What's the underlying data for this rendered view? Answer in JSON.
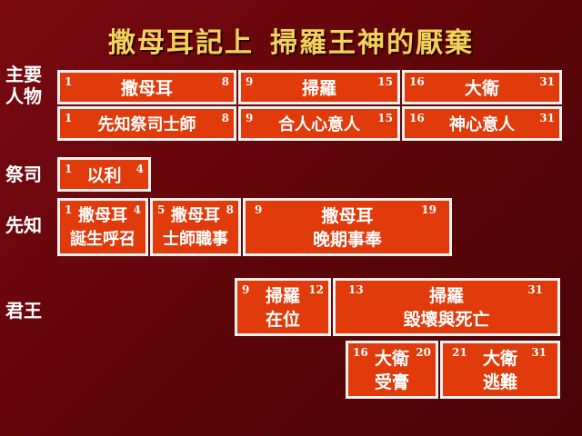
{
  "title": {
    "part1": "撒母耳記上",
    "part2": "掃羅王神的厭棄"
  },
  "labels": {
    "main_characters": [
      "主要",
      "人物"
    ],
    "priest": "祭司",
    "prophet": "先知",
    "king": "君王"
  },
  "rows": {
    "characters": [
      {
        "start": "1",
        "end": "8",
        "text": "撒母耳"
      },
      {
        "start": "9",
        "end": "15",
        "text": "掃羅"
      },
      {
        "start": "16",
        "end": "31",
        "text": "大衛"
      }
    ],
    "roles": [
      {
        "start": "1",
        "end": "8",
        "text": "先知祭司士師"
      },
      {
        "start": "9",
        "end": "15",
        "text": "合人心意人"
      },
      {
        "start": "16",
        "end": "31",
        "text": "神心意人"
      }
    ],
    "priest": [
      {
        "start": "1",
        "end": "4",
        "text": "以利"
      }
    ],
    "prophet": [
      {
        "start": "1",
        "end": "4",
        "lines": [
          "撒母耳",
          "誕生呼召"
        ]
      },
      {
        "start": "5",
        "end": "8",
        "lines": [
          "撒母耳",
          "士師職事"
        ]
      },
      {
        "start": "9",
        "end": "19",
        "lines": [
          "撒母耳",
          "晚期事奉"
        ]
      }
    ],
    "king_top": [
      {
        "start": "9",
        "end": "12",
        "lines": [
          "掃羅",
          "在位"
        ]
      },
      {
        "start": "13",
        "end": "31",
        "lines": [
          "掃羅",
          "毀壞與死亡"
        ]
      }
    ],
    "king_bottom": [
      {
        "start": "16",
        "end": "20",
        "lines": [
          "大衛",
          "受膏"
        ]
      },
      {
        "start": "21",
        "end": "31",
        "lines": [
          "大衛",
          "逃難"
        ]
      }
    ]
  },
  "colors": {
    "background": "#6a080d",
    "title": "#f3d25a",
    "box": "#e23b0b",
    "box_border": "#f1f1f1"
  }
}
